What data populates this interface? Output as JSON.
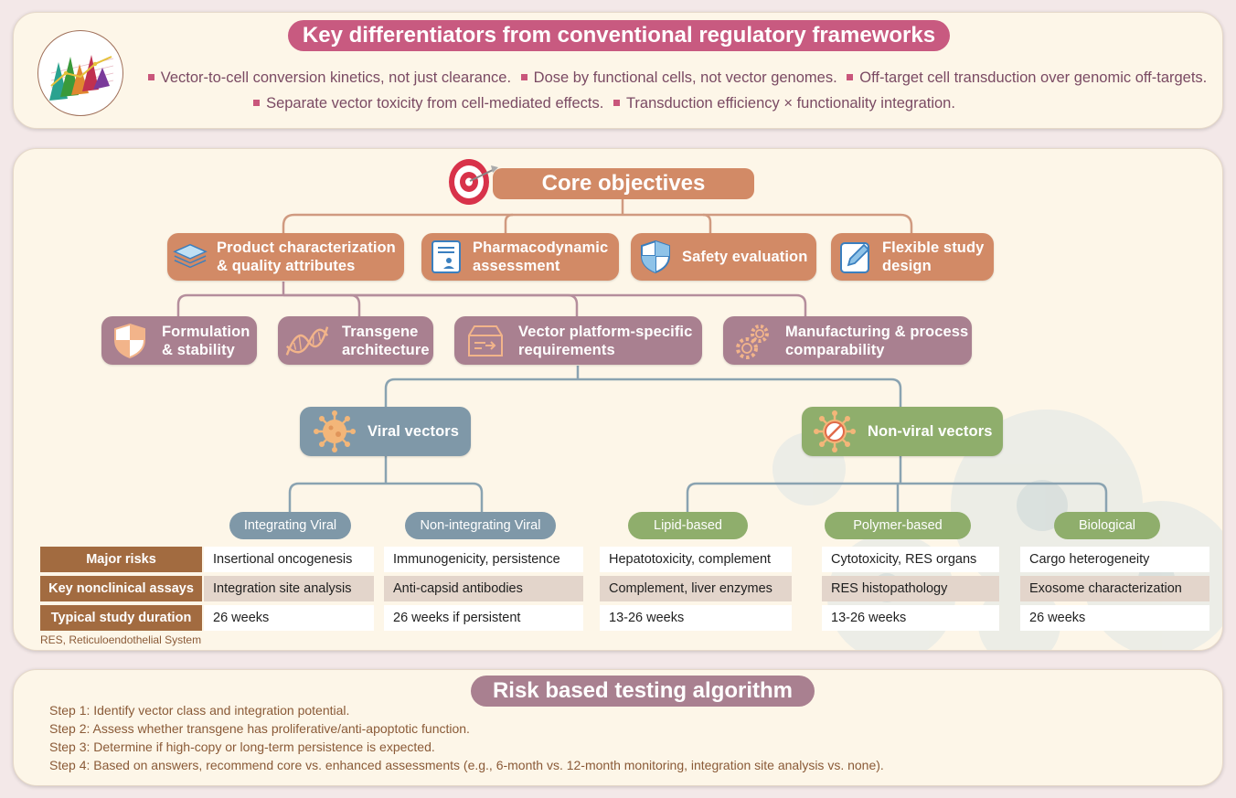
{
  "top": {
    "title": "Key differentiators from conventional regulatory frameworks",
    "items": [
      "Vector-to-cell conversion kinetics, not just clearance.",
      "Dose by functional cells, not vector genomes.",
      "Off-target cell transduction over genomic off-targets.",
      "Separate vector toxicity from cell-mediated effects.",
      "Transduction efficiency × functionality integration."
    ]
  },
  "core": {
    "title": "Core objectives",
    "level1": [
      {
        "label": "Product characterization\n& quality attributes",
        "icon": "layers-icon"
      },
      {
        "label": "Pharmacodynamic\nassessment",
        "icon": "report-document-icon"
      },
      {
        "label": "Safety evaluation",
        "icon": "shield-icon"
      },
      {
        "label": "Flexible study\ndesign",
        "icon": "edit-pencil-icon"
      }
    ],
    "level2": [
      {
        "label": "Formulation\n& stability",
        "icon": "checkered-shield-icon"
      },
      {
        "label": "Transgene\narchitecture",
        "icon": "dna-helix-icon"
      },
      {
        "label": "Vector platform-specific\nrequirements",
        "icon": "inbox-arrow-icon"
      },
      {
        "label": "Manufacturing & process\ncomparability",
        "icon": "gears-icon"
      }
    ],
    "viral": {
      "label": "Viral vectors",
      "icon": "virus-icon"
    },
    "nonviral": {
      "label": "Non-viral vectors",
      "icon": "virus-blocked-icon"
    },
    "subtypes": [
      "Integrating Viral",
      "Non-integrating Viral",
      "Lipid-based",
      "Polymer-based",
      "Biological"
    ],
    "table": {
      "row_headers": [
        "Major risks",
        "Key nonclinical assays",
        "Typical study duration"
      ],
      "rows": [
        [
          "Insertional oncogenesis",
          "Immunogenicity, persistence",
          "Hepatotoxicity, complement",
          "Cytotoxicity, RES organs",
          "Cargo heterogeneity"
        ],
        [
          "Integration site analysis",
          "Anti-capsid antibodies",
          "Complement, liver enzymes",
          "RES histopathology",
          "Exosome characterization"
        ],
        [
          "26 weeks",
          "26 weeks if persistent",
          "13-26 weeks",
          "13-26 weeks",
          "26 weeks"
        ]
      ]
    },
    "footnote": "RES, Reticuloendothelial System"
  },
  "risk": {
    "title": "Risk based testing algorithm",
    "steps": [
      "Step 1: Identify vector class and integration potential.",
      "Step 2: Assess whether transgene has proliferative/anti-apoptotic function.",
      "Step 3: Determine if high-copy or long-term persistence is expected.",
      "Step 4: Based on answers, recommend core vs. enhanced assessments (e.g., 6-month vs. 12-month monitoring, integration site analysis vs. none)."
    ]
  },
  "colors": {
    "pink_title": "#c85a80",
    "orange": "#d28a66",
    "mauve": "#a98090",
    "slate": "#7f98a8",
    "green": "#8fae6c",
    "brown_header": "#a26b40"
  }
}
